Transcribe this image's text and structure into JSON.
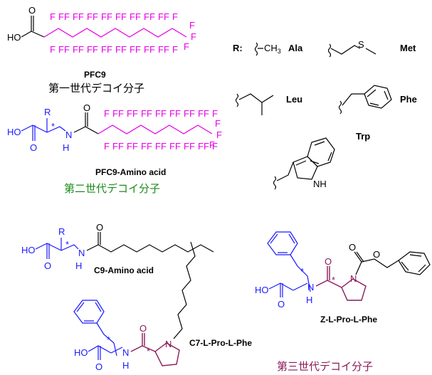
{
  "molecules": {
    "pfc9": {
      "name": "PFC9",
      "generation": "第一世代デコイ分子",
      "atoms": {
        "ho": "HO",
        "o": "O",
        "f": "F",
        "f3": "F"
      }
    },
    "pfc9_amino": {
      "name": "PFC9-Amino acid",
      "generation": "第二世代デコイ分子",
      "atoms": {
        "r": "R",
        "ho": "HO",
        "o": "O",
        "n": "N",
        "h": "H",
        "star": "*",
        "f": "F"
      }
    },
    "c9_amino": {
      "name": "C9-Amino acid",
      "atoms": {
        "r": "R",
        "ho": "HO",
        "o": "O",
        "n": "N",
        "h": "H",
        "star": "*"
      }
    },
    "z_pro_phe": {
      "name": "Z-L-Pro-L-Phe",
      "atoms": {
        "ho": "HO",
        "o": "O",
        "n": "N",
        "h": "H",
        "star": "*",
        "ring_n": "N"
      }
    },
    "c7_pro_phe": {
      "name": "C7-L-Pro-L-Phe",
      "atoms": {
        "ho": "HO",
        "o": "O",
        "n": "N",
        "h": "H",
        "star": "*",
        "ring_n": "N"
      }
    },
    "third_generation": "第三世代デコイ分子"
  },
  "r_groups": {
    "label": "R:",
    "items": [
      {
        "name": "Ala",
        "formula": "CH3"
      },
      {
        "name": "Met",
        "atom": "S"
      },
      {
        "name": "Leu"
      },
      {
        "name": "Phe"
      },
      {
        "name": "Trp",
        "atom": "NH"
      }
    ]
  },
  "colors": {
    "fluorine": "#e600e6",
    "amino_acid": "#1a1aff",
    "proline": "#8b1a5a",
    "second_gen_text": "#1a8c1a",
    "third_gen_text": "#8b1a5a"
  }
}
